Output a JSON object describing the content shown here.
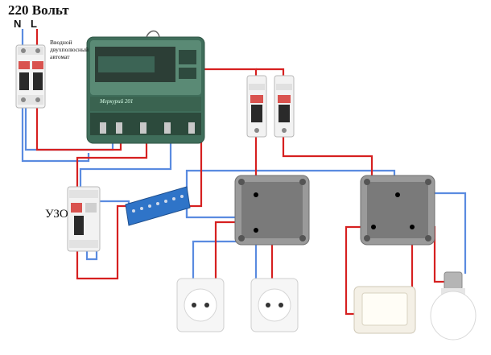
{
  "title": "220 Вольт",
  "wire_labels": {
    "neutral": "N",
    "live": "L"
  },
  "input_breaker_label": "Вводной двухполюсный автомат",
  "rcd_label": "УЗО",
  "meter_brand": "Меркурий 201",
  "colors": {
    "neutral_wire": "#5a8be0",
    "live_wire": "#d62020",
    "meter_body": "#3f6d5a",
    "bus_bar": "#2f74c8",
    "junction_box": "#9a9a9a",
    "breaker_body": "#f2f2f2"
  }
}
